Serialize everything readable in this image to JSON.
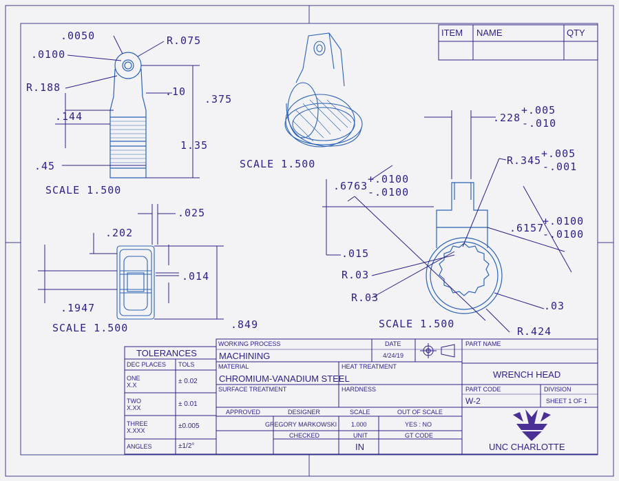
{
  "bom": {
    "item": "ITEM",
    "name": "NAME",
    "qty": "QTY"
  },
  "views": {
    "top_left": {
      "scale": "SCALE 1.500",
      "dims": [
        ".0050",
        ".0100",
        "R.075",
        "R.188",
        ".10",
        ".375",
        ".144",
        "1.35",
        ".45"
      ]
    },
    "iso": {
      "scale": "SCALE 1.500"
    },
    "bottom_left": {
      "scale": "SCALE 1.500",
      "dims": [
        ".025",
        ".202",
        ".014",
        ".1947",
        ".849"
      ]
    },
    "right": {
      "scale": "SCALE 1.500",
      "dims": [
        ".228",
        "+.005",
        "-.010",
        "R.345",
        "+.005",
        "-.001",
        ".6763",
        "+.0100",
        "-.0100",
        ".6157",
        "+.0100",
        "-.0100",
        ".015",
        "R.03",
        "R.03",
        ".03",
        "R.424"
      ]
    }
  },
  "title_block": {
    "tolerances": "TOLERANCES",
    "dec_places": "DEC PLACES",
    "tols": "TOLS",
    "rows": [
      {
        "name": "ONE",
        "fmt": "X.X",
        "tol": "± 0.02"
      },
      {
        "name": "TWO",
        "fmt": "X.XX",
        "tol": "± 0.01"
      },
      {
        "name": "THREE",
        "fmt": "X.XXX",
        "tol": "±0.005"
      },
      {
        "name": "ANGLES",
        "fmt": "",
        "tol": "±1/2°"
      }
    ],
    "working_process_label": "WORKING PROCESS",
    "working_process": "MACHINING",
    "date_label": "DATE",
    "date": "4/24/19",
    "part_name_label": "PART NAME",
    "part_name": "WRENCH HEAD",
    "material_label": "MATERIAL",
    "material": "CHROMIUM-VANADIUM STEEL",
    "heat_treatment_label": "HEAT TREATMENT",
    "surface_treatment_label": "SURFACE TREATMENT",
    "hardness_label": "HARDNESS",
    "part_code_label": "PART CODE",
    "part_code": "W-2",
    "division_label": "DIVISION",
    "sheet": "SHEET 1 OF 1",
    "approved_label": "APPROVED",
    "designer_label": "DESIGNER",
    "designer": "GREGORY MARKOWSKI",
    "scale_label": "SCALE",
    "scale": "1.000",
    "out_of_scale_label": "OUT OF SCALE",
    "out_of_scale": "YES : NO",
    "checked_label": "CHECKED",
    "unit_label": "UNIT",
    "unit": "IN",
    "gt_code_label": "GT CODE",
    "logo_text": "UNC CHARLOTTE"
  },
  "colors": {
    "line": "#2b1f86",
    "model": "#2a62b5",
    "bg": "#f3f3f5"
  }
}
